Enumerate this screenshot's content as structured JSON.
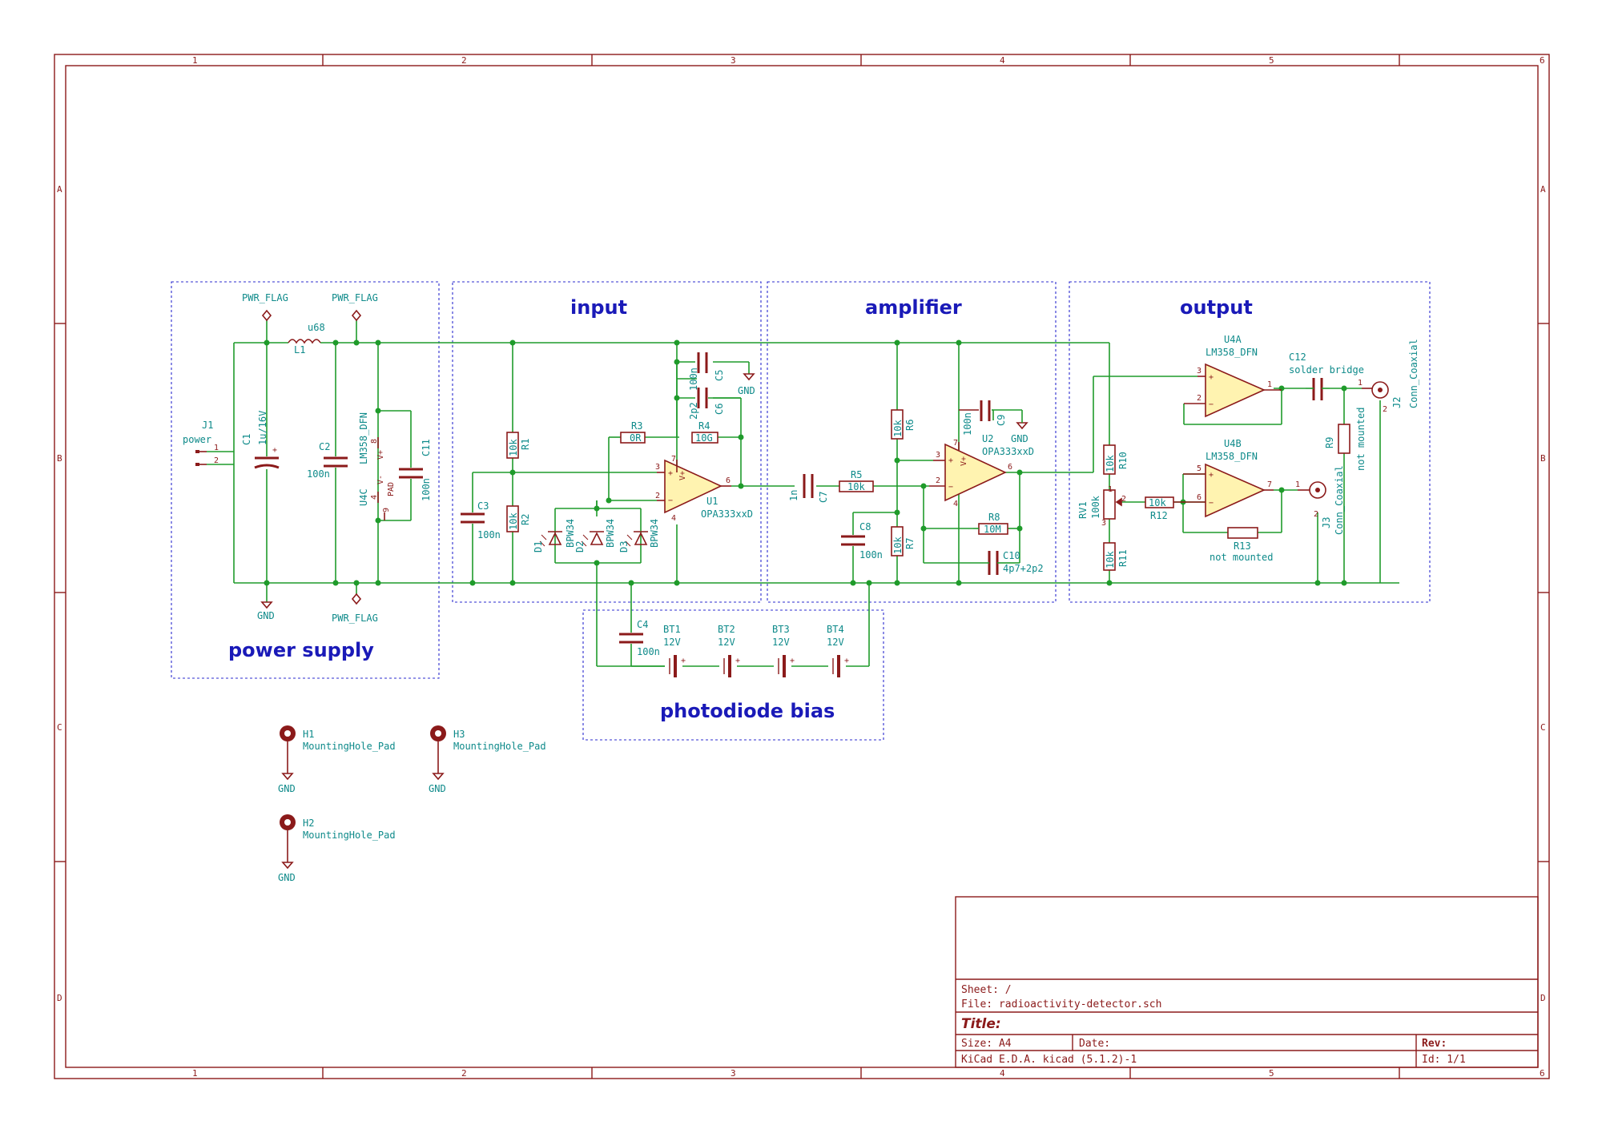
{
  "frame": {
    "columns": [
      "1",
      "2",
      "3",
      "4",
      "5",
      "6"
    ],
    "rows": [
      "A",
      "B",
      "C",
      "D"
    ]
  },
  "sections": {
    "power": "power supply",
    "input": "input",
    "amplifier": "amplifier",
    "output": "output",
    "bias": "photodiode bias"
  },
  "labels": {
    "pwr_flag": "PWR_FLAG",
    "gnd": "GND",
    "J1": "J1",
    "J1_val": "power",
    "L1": "L1",
    "L1_val": "u68",
    "C1": "C1",
    "C1_val": "1u/16V",
    "C2": "C2",
    "C2_val": "100n",
    "U4C": "U4C",
    "U4C_val": "LM358_DFN",
    "C11": "C11",
    "C11_val": "100n",
    "R1": "R1",
    "R1_val": "10k",
    "R2": "R2",
    "R2_val": "10k",
    "C3": "C3",
    "C3_val": "100n",
    "R3": "R3",
    "R3_val": "0R",
    "R4": "R4",
    "R4_val": "10G",
    "C5": "C5",
    "C5_val": "100n",
    "C6": "C6",
    "C6_val": "2p2",
    "U1": "U1",
    "U1_val": "OPA333xxD",
    "D1": "D1",
    "D2": "D2",
    "D3": "D3",
    "D_val": "BPW34",
    "C4": "C4",
    "C4_val": "100n",
    "BT1": "BT1",
    "BT2": "BT2",
    "BT3": "BT3",
    "BT4": "BT4",
    "BT_val": "12V",
    "C7": "C7",
    "C7_val": "1n",
    "R5": "R5",
    "R5_val": "10k",
    "C8": "C8",
    "C8_val": "100n",
    "R6": "R6",
    "R6_val": "10k",
    "R7": "R7",
    "R7_val": "10k",
    "C9": "C9",
    "C9_val": "100n",
    "U2": "U2",
    "U2_val": "OPA333xxD",
    "R8": "R8",
    "R8_val": "10M",
    "C10": "C10",
    "C10_val": "4p7+2p2",
    "R10": "R10",
    "R10_val": "10k",
    "R11": "R11",
    "R11_val": "10k",
    "RV1": "RV1",
    "RV1_val": "100k",
    "R12": "R12",
    "R12_val": "10k",
    "U4A": "U4A",
    "U4A_val": "LM358_DFN",
    "U4B": "U4B",
    "U4B_val": "LM358_DFN",
    "R13": "R13",
    "R13_val": "not mounted",
    "C12": "C12",
    "C12_val": "solder bridge",
    "R9": "R9",
    "R9_val": "not mounted",
    "J2": "J2",
    "J2_val": "Conn_Coaxial",
    "J3": "J3",
    "J3_val": "Conn_Coaxial",
    "H1": "H1",
    "H2": "H2",
    "H3": "H3",
    "H_val": "MountingHole_Pad",
    "vplus": "V+",
    "vminus": "V-",
    "pad": "PAD"
  },
  "titleblock": {
    "sheet": "Sheet: /",
    "file": "File: radioactivity-detector.sch",
    "title": "Title:",
    "size": "Size: A4",
    "date": "Date:",
    "rev": "Rev:",
    "tool": "KiCad E.D.A.  kicad (5.1.2)-1",
    "id": "Id: 1/1"
  }
}
